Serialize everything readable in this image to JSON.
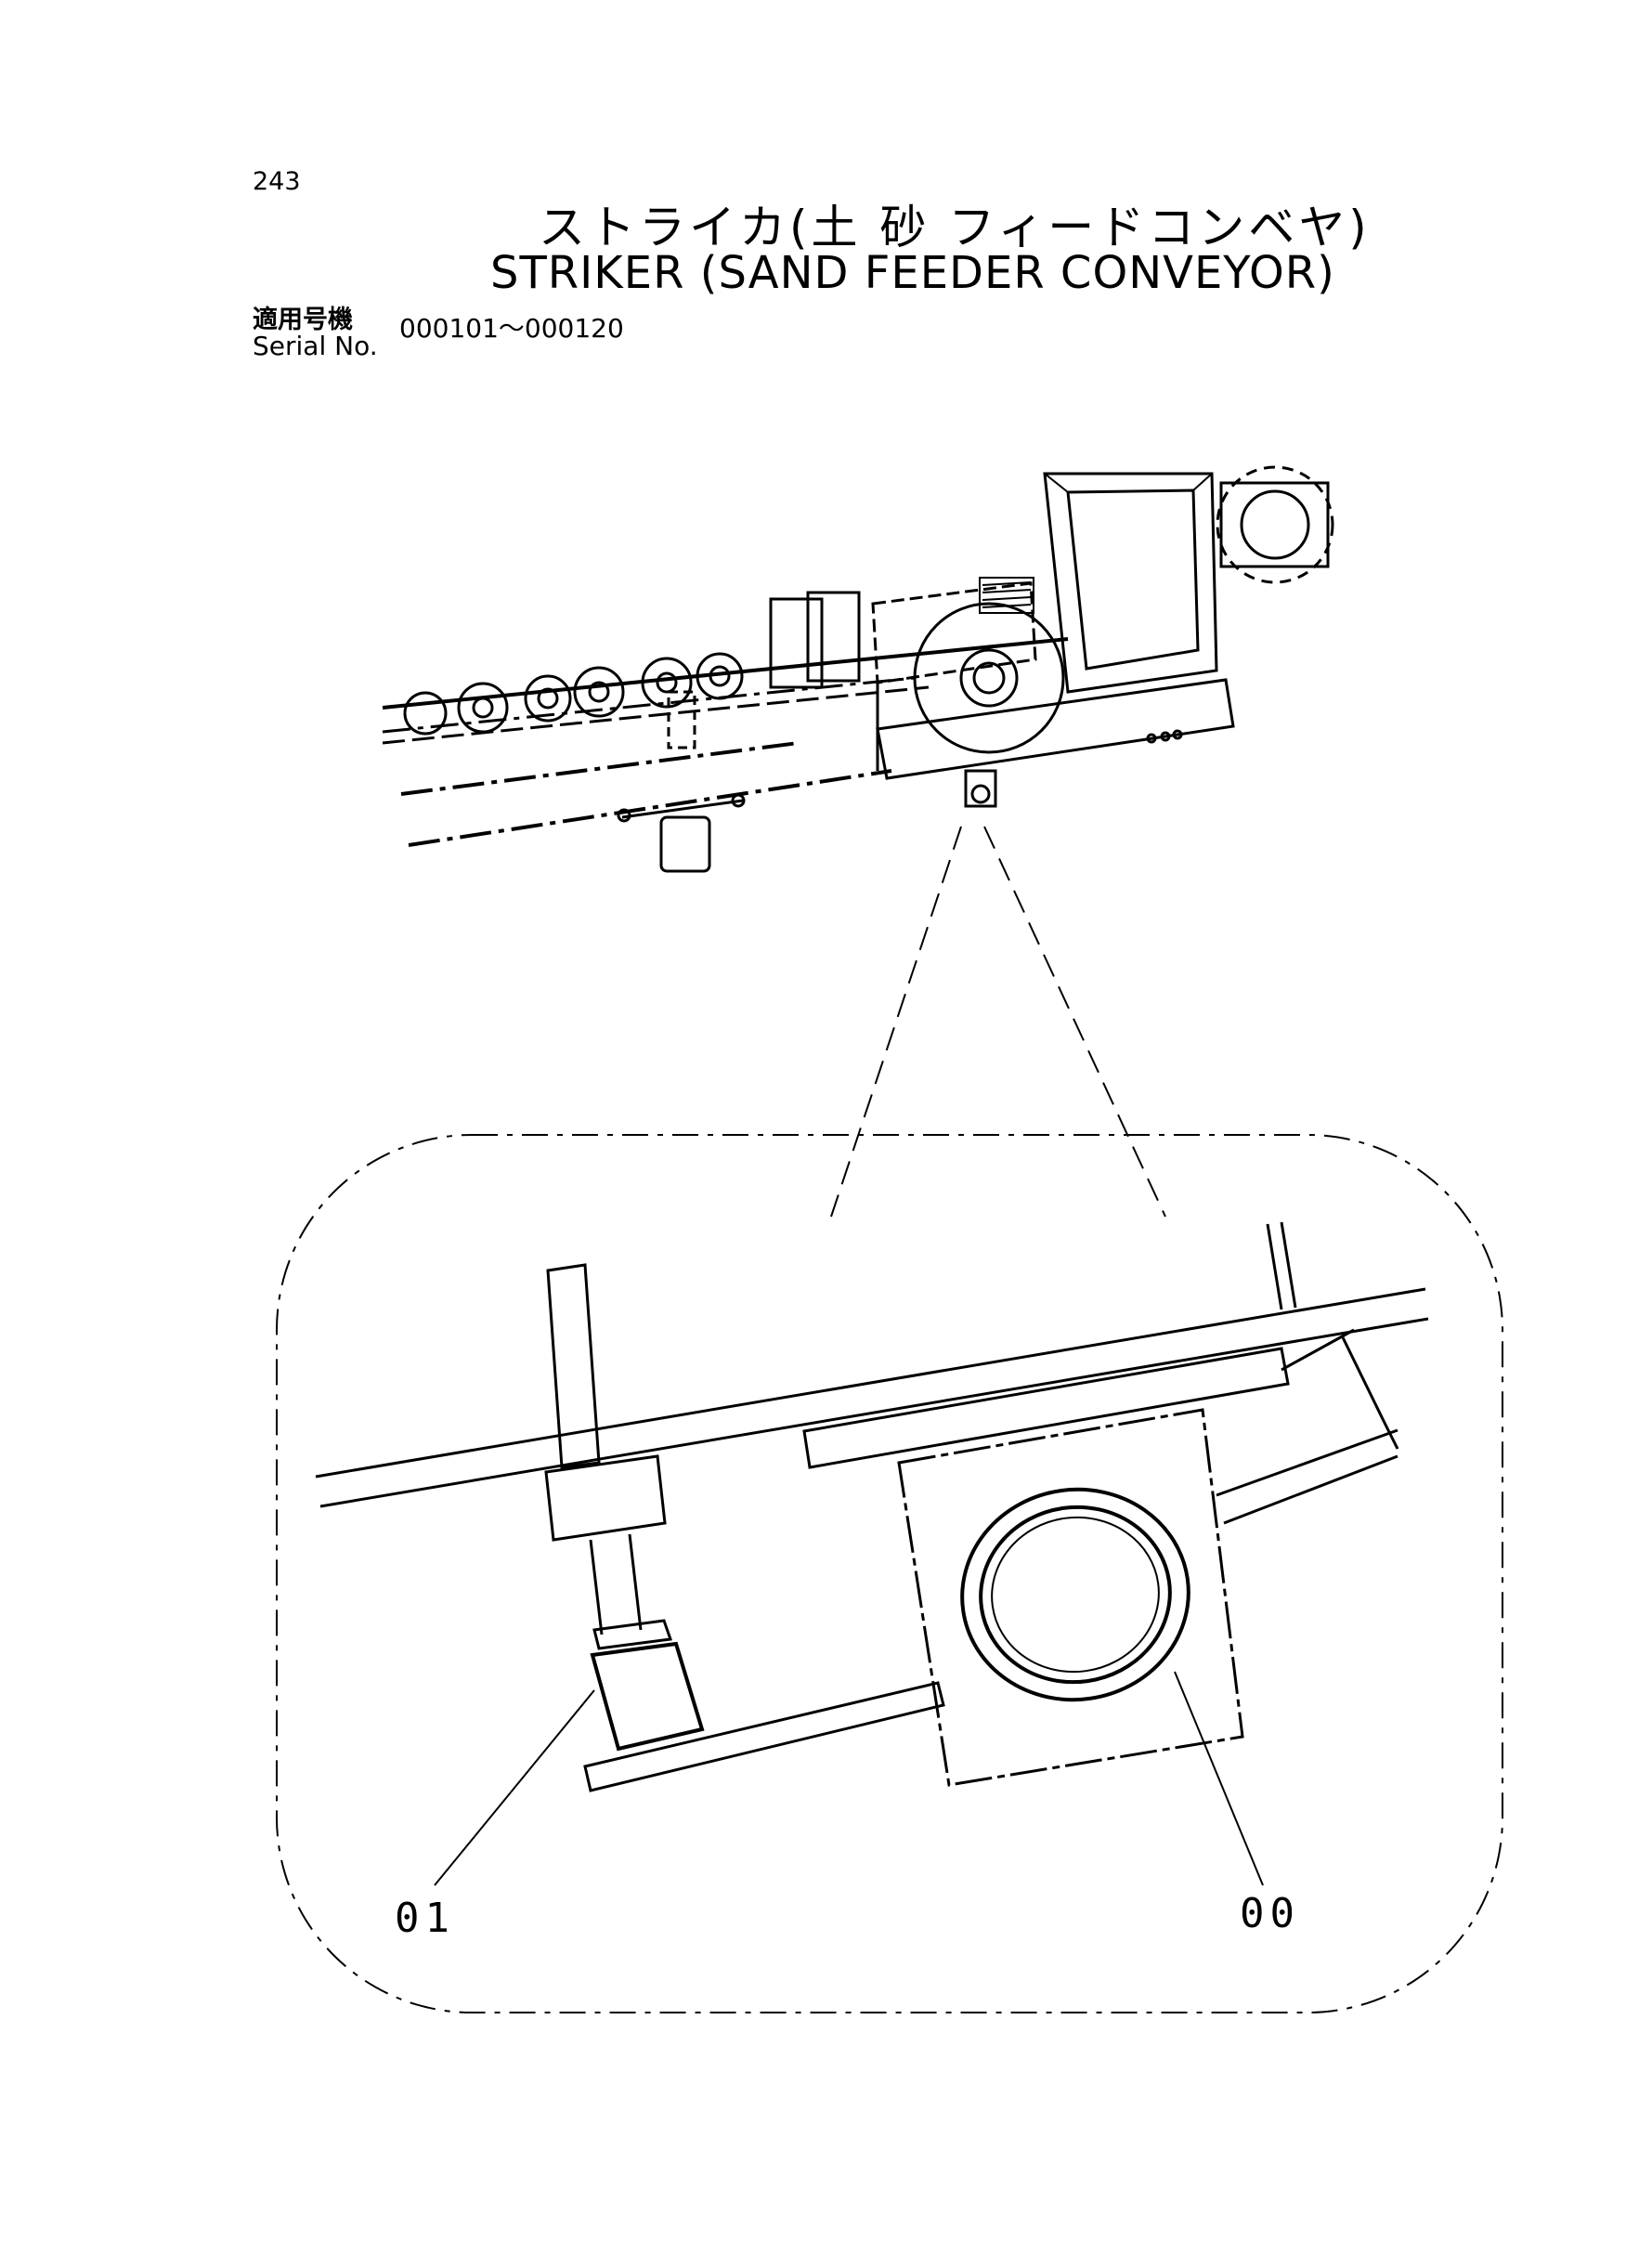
{
  "header": {
    "page_number": "243",
    "title_jp": "ストライカ(土 砂 フィードコンベヤ)",
    "title_en": "STRIKER (SAND  FEEDER  CONVEYOR)",
    "serial_label_jp": "適用号機",
    "serial_label_en": "Serial No.",
    "serial_range": "000101〜000120"
  },
  "callouts": {
    "part_01": "01",
    "part_00": "00"
  },
  "colors": {
    "ink": "#000000",
    "paper": "#ffffff"
  }
}
